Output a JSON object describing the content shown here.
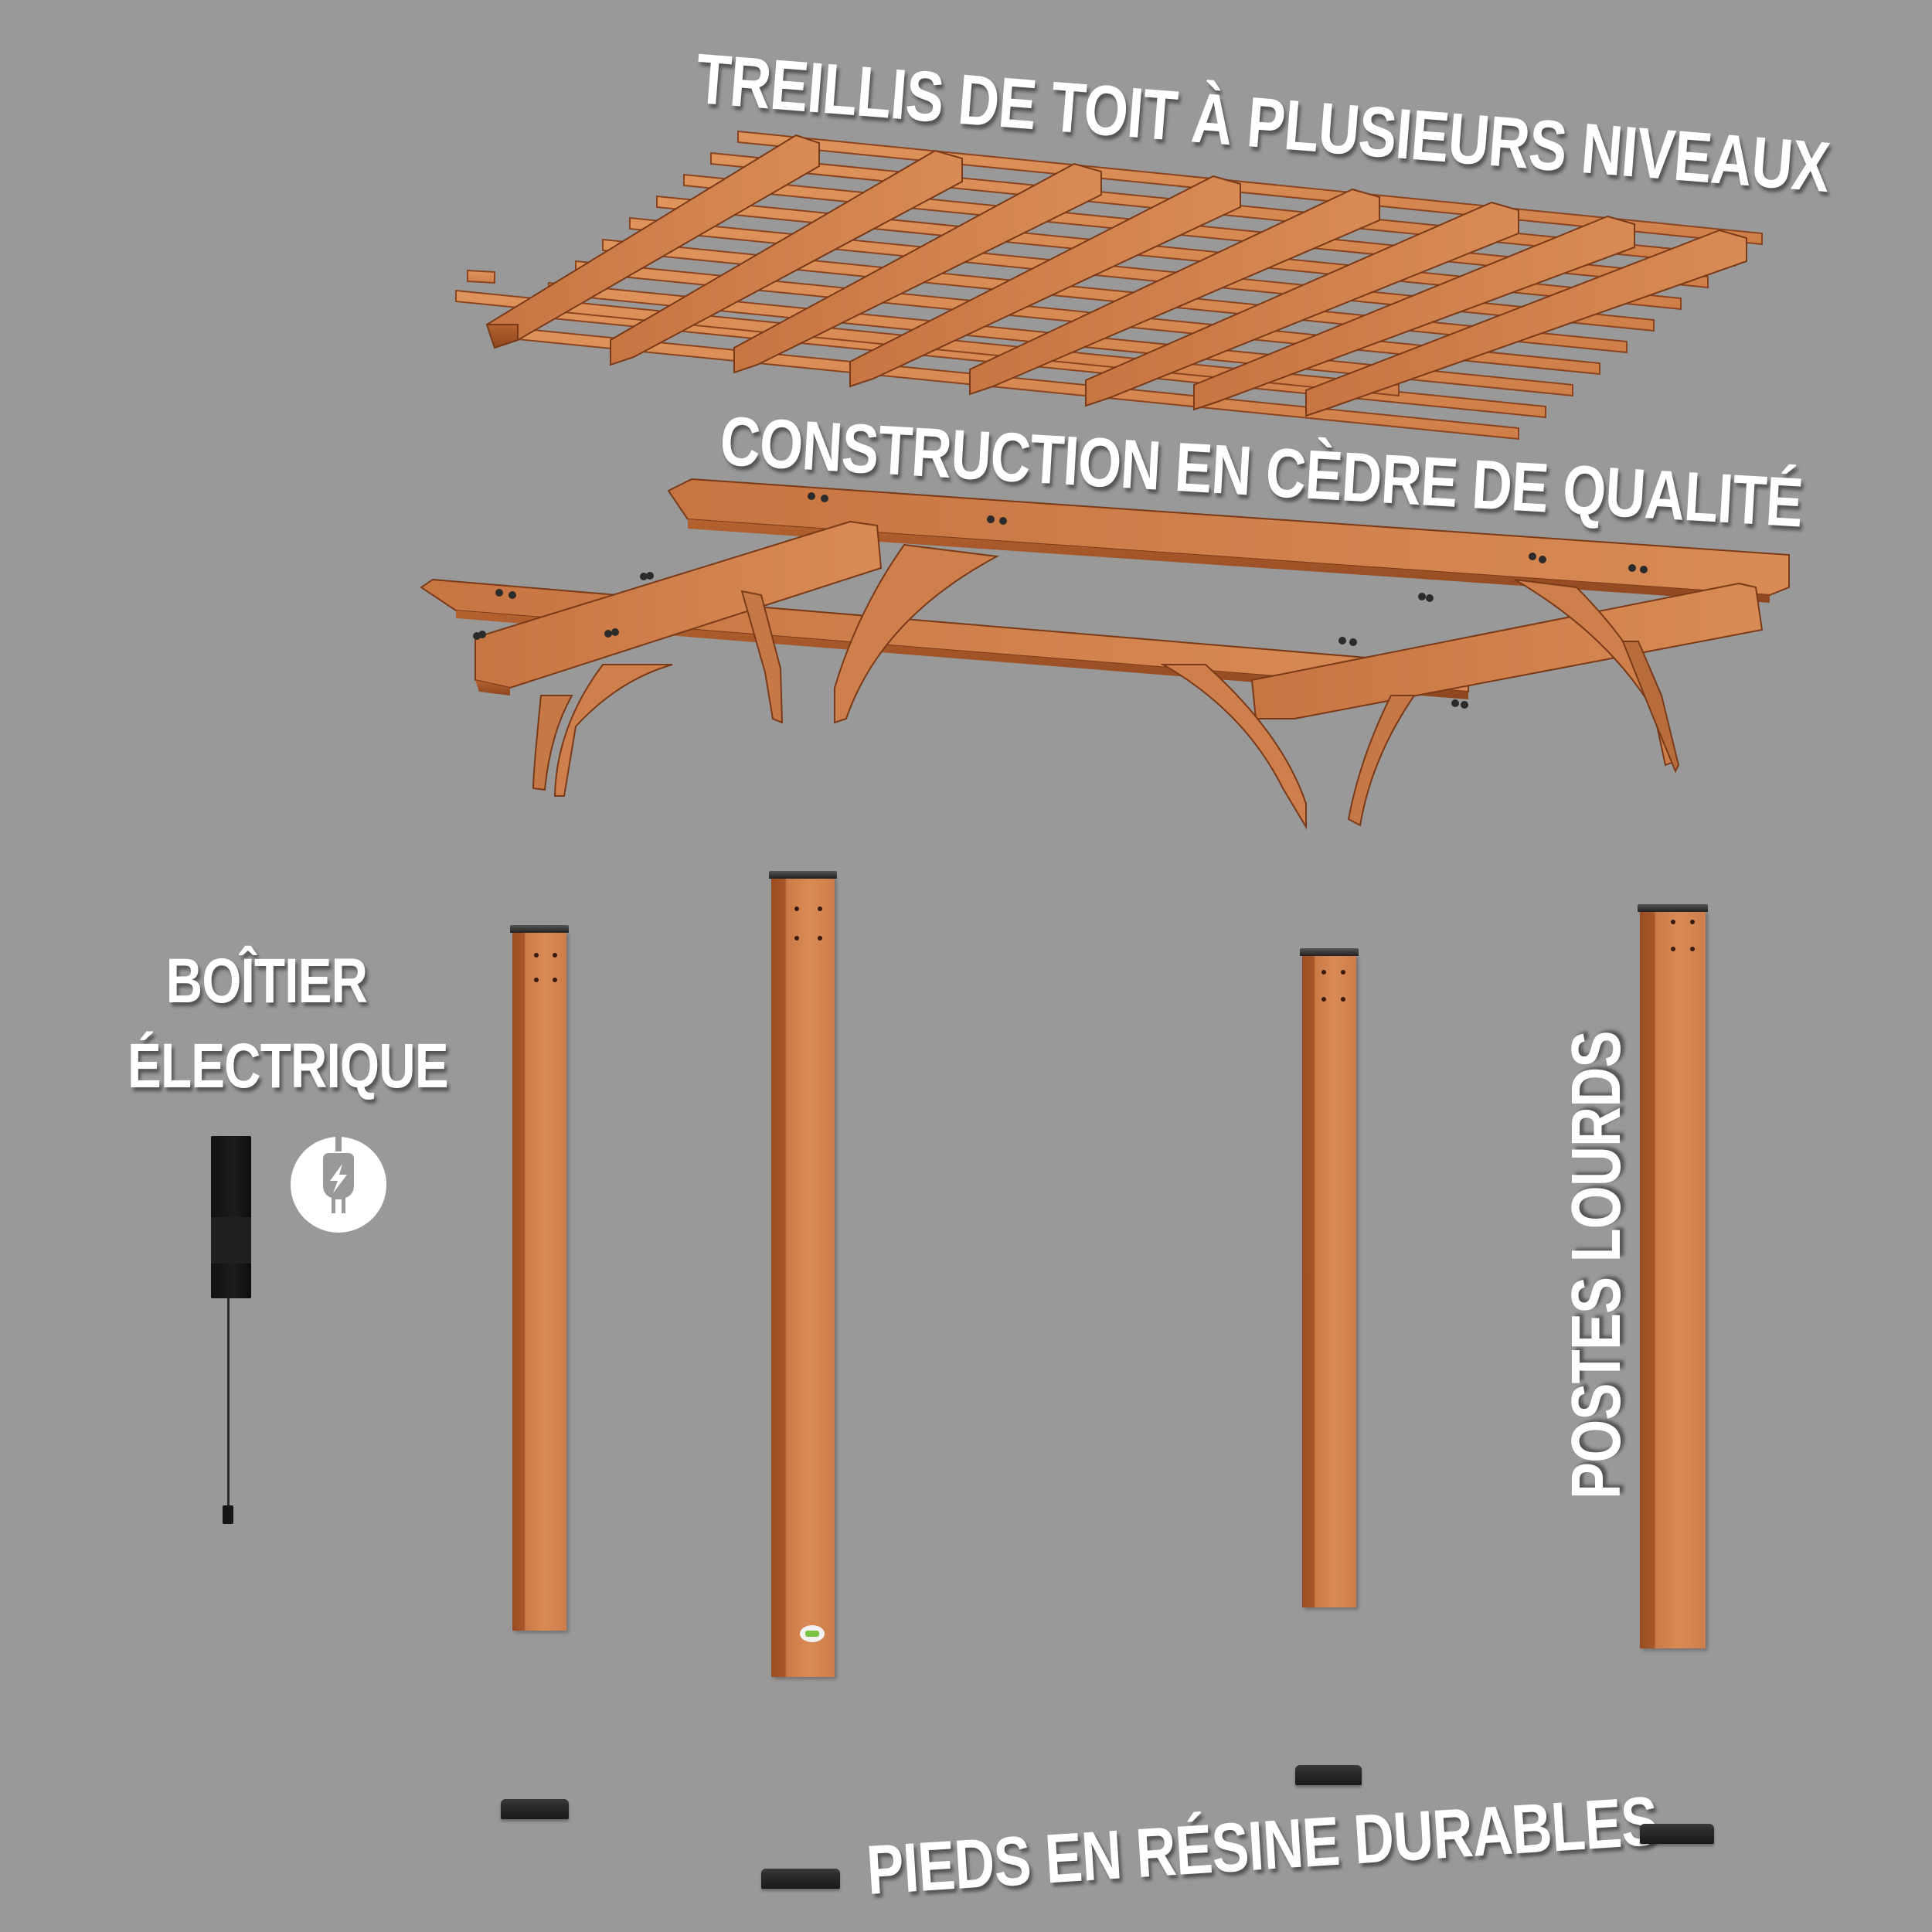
{
  "image": {
    "background_color": "#999999",
    "wood_color": "#d2814b",
    "dark_part_color": "#1a1a1a",
    "text_color": "#ffffff"
  },
  "labels": {
    "roof_trellis": "TREILLIS DE TOIT À PLUSIEURS NIVEAUX",
    "construction": "CONSTRUCTION EN CÈDRE DE QUALITÉ",
    "electric_box_line1": "BOÎTIER",
    "electric_box_line2": "ÉLECTRIQUE",
    "posts": "POSTES LOURDS",
    "feet": "PIEDS EN RÉSINE DURABLES"
  },
  "components": {
    "trellis_beams": 8,
    "trellis_rafters": 12,
    "posts": 4,
    "resin_feet": 4,
    "electrical_outlet_icon": "plug-lightning-icon"
  }
}
